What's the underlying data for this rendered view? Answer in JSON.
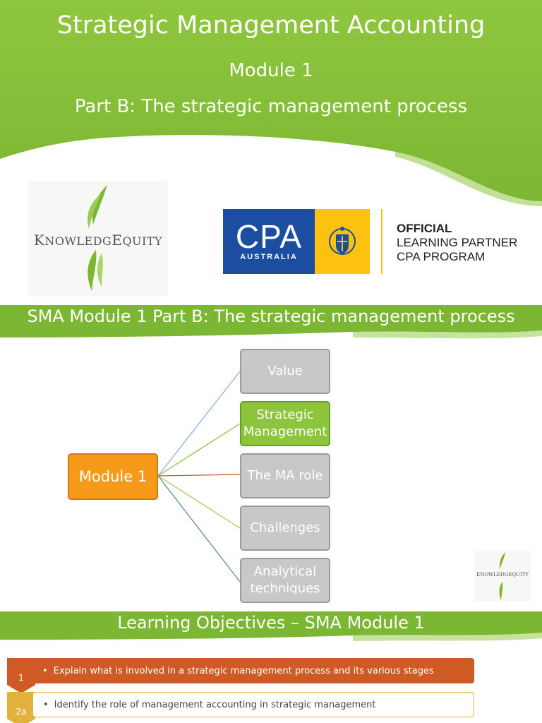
{
  "slide1": {
    "title": "Strategic Management Accounting",
    "module": "Module 1",
    "part": "Part B: The strategic management process",
    "ke_logo": {
      "text_part1": "K",
      "text_part2": "NOWLEDG",
      "text_part3": "E",
      "text_part4": "QUITY",
      "icon": "leaf-icon"
    },
    "cpa_logo": {
      "cpa": "CPA",
      "australia": "AUSTRALIA",
      "crest": "crest-icon",
      "line1": "OFFICIAL",
      "line2": "LEARNING PARTNER",
      "line3": "CPA PROGRAM"
    }
  },
  "slide2": {
    "title": "SMA Module 1 Part B: The strategic management process",
    "root": "Module 1",
    "branches": [
      {
        "line1": "Value",
        "line2": ""
      },
      {
        "line1": "Strategic",
        "line2": "Management"
      },
      {
        "line1": "The MA role",
        "line2": ""
      },
      {
        "line1": "Challenges",
        "line2": ""
      },
      {
        "line1": "Analytical",
        "line2": "techniques"
      }
    ],
    "small_logo": "KNOWLEDGEQUITY"
  },
  "slide3": {
    "title": "Learning Objectives – SMA Module 1",
    "objectives": [
      {
        "num": "1",
        "text": "Explain what is involved in a strategic management process and its various stages"
      },
      {
        "num": "2a",
        "text": "Identify the role of management accounting in strategic management"
      }
    ]
  },
  "colors": {
    "green": "#8cc43c",
    "dark_green": "#6aa42e",
    "orange": "#f79a1a",
    "cpa_blue": "#1b4ea0",
    "cpa_yellow": "#fcc20f",
    "objective_orange": "#cf5a24"
  }
}
